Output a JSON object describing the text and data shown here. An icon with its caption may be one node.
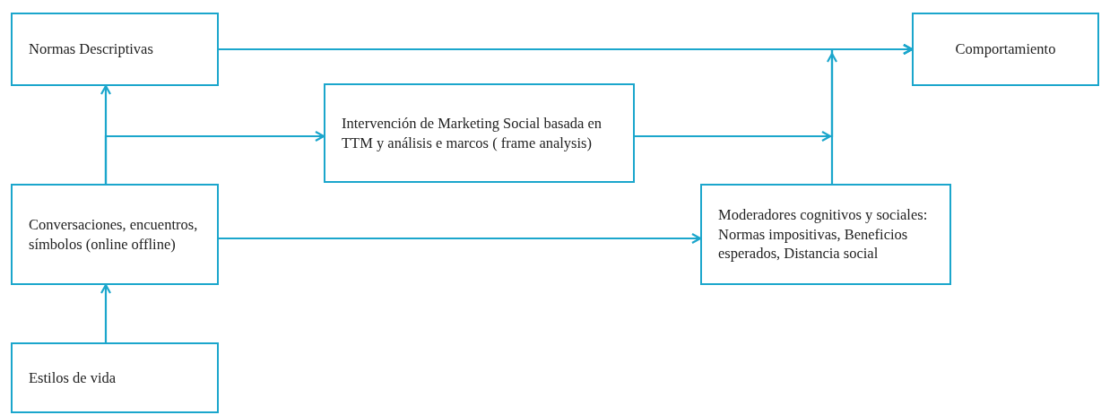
{
  "diagram": {
    "nodes": [
      {
        "text": [
          "Normas Descriptivas"
        ]
      },
      {
        "text": [
          "Comportamiento"
        ]
      },
      {
        "text": [
          "Intervención de Marketing Social basada en TTM y análisis e marcos ( frame analysis)"
        ]
      },
      {
        "text": [
          "Conversaciones, encuentros, símbolos (online offline)"
        ]
      },
      {
        "text": [
          "Moderadores cognitivos y sociales: Normas impositivas, Beneficios esperados, Distancia social"
        ]
      },
      {
        "text": [
          "Estilos de vida"
        ]
      }
    ],
    "edges": [
      {
        "from": 0,
        "to": 1,
        "arrow": "to"
      },
      {
        "from": 3,
        "to": 0,
        "arrow": "to"
      },
      {
        "from": 3,
        "to": 2,
        "arrow": "to"
      },
      {
        "from": 2,
        "to": 1,
        "arrow": "to"
      },
      {
        "from": 3,
        "to": 4,
        "arrow": "to"
      },
      {
        "from": 4,
        "to": 1,
        "arrow": "to"
      },
      {
        "from": 5,
        "to": 3,
        "arrow": "to"
      }
    ]
  }
}
